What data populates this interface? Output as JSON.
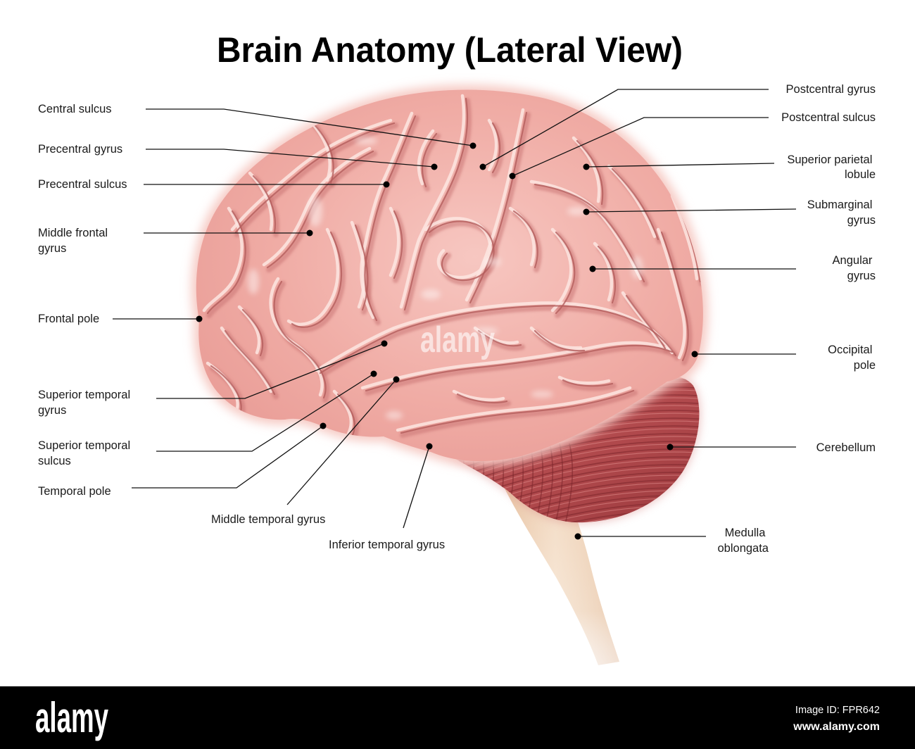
{
  "title": "Brain Anatomy (Lateral View)",
  "labels": {
    "left": [
      {
        "lines": [
          "Central sulcus"
        ]
      },
      {
        "lines": [
          "Precentral gyrus"
        ]
      },
      {
        "lines": [
          "Precentral sulcus"
        ]
      },
      {
        "lines": [
          "Middle frontal",
          "gyrus"
        ]
      },
      {
        "lines": [
          "Frontal pole"
        ]
      },
      {
        "lines": [
          "Superior temporal",
          "gyrus"
        ]
      },
      {
        "lines": [
          "Superior temporal",
          "sulcus"
        ]
      },
      {
        "lines": [
          "Temporal pole"
        ]
      }
    ],
    "bottom": [
      {
        "lines": [
          "Middle temporal gyrus"
        ]
      },
      {
        "lines": [
          "Inferior temporal gyrus"
        ]
      }
    ],
    "right": [
      {
        "lines": [
          "Postcentral gyrus"
        ]
      },
      {
        "lines": [
          "Postcentral sulcus"
        ]
      },
      {
        "lines": [
          "Superior parietal",
          "lobule"
        ]
      },
      {
        "lines": [
          "Submarginal",
          "gyrus"
        ]
      },
      {
        "lines": [
          "Angular",
          "gyrus"
        ]
      },
      {
        "lines": [
          "Occipital",
          "pole"
        ]
      },
      {
        "lines": [
          "Cerebellum"
        ]
      },
      {
        "lines": [
          "Medulla",
          "oblongata"
        ]
      }
    ]
  },
  "watermark": "alamy",
  "footer": {
    "logo": "alamy",
    "image_id": "Image ID: FPR642",
    "url": "www.alamy.com"
  },
  "colors": {
    "cerebrum_light": "#f7c7c1",
    "cerebrum": "#f0aca5",
    "cerebellum": "#b34b4e",
    "brainstem": "#efcfb0",
    "footer_bg": "#000000"
  }
}
